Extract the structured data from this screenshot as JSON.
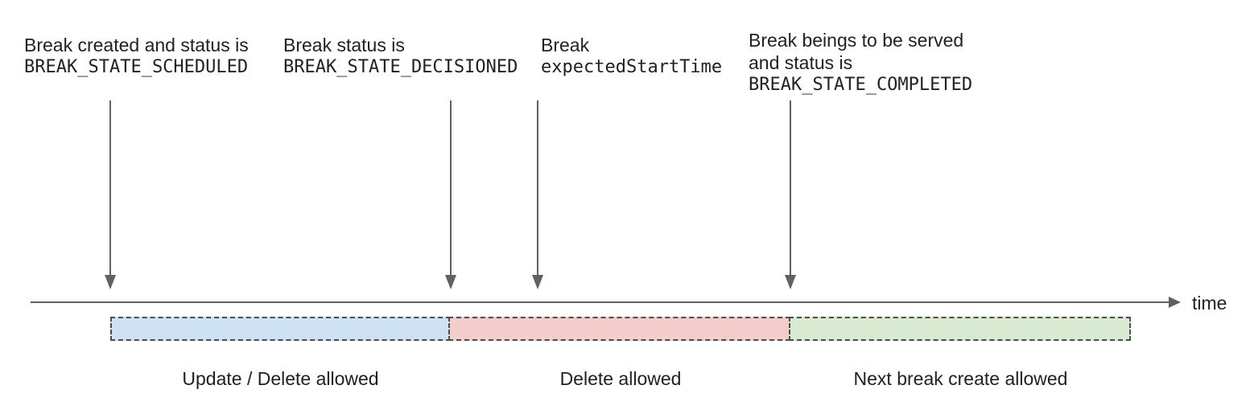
{
  "annotations": {
    "scheduled": {
      "line1": "Break created and status is",
      "code": "BREAK_STATE_SCHEDULED"
    },
    "decisioned": {
      "line1": "Break status is",
      "code": "BREAK_STATE_DECISIONED"
    },
    "expected_start": {
      "line1": "Break",
      "code": "expectedStartTime"
    },
    "completed": {
      "line1": "Break beings to be served",
      "line2": "and status is",
      "code": "BREAK_STATE_COMPLETED"
    }
  },
  "timeline": {
    "axis_label": "time"
  },
  "segments": [
    {
      "label": "Update / Delete allowed",
      "fill": "#cfe2f3"
    },
    {
      "label": "Delete allowed",
      "fill": "#f4cccc"
    },
    {
      "label": "Next break create allowed",
      "fill": "#d9ead3"
    }
  ],
  "colors": {
    "text": "#212121",
    "arrow": "#616161",
    "dashed_border": "#4d4d4d",
    "segment_blue": "#cfe2f3",
    "segment_red": "#f4cccc",
    "segment_green": "#d9ead3"
  }
}
